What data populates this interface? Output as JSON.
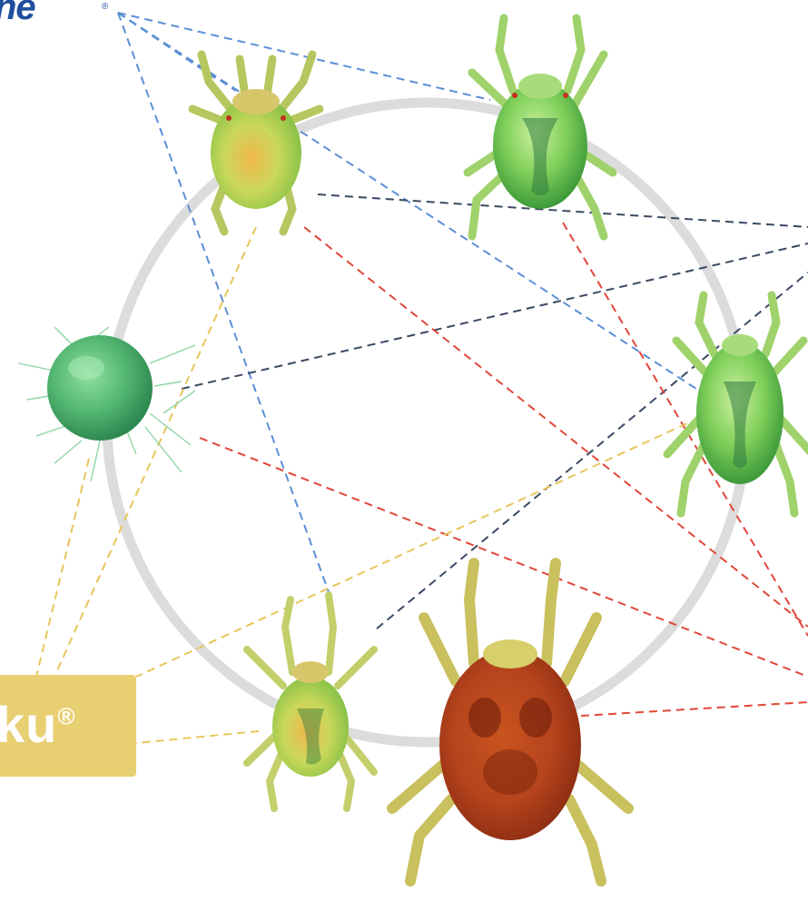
{
  "diagram": {
    "brand_top_left": {
      "text": "ne",
      "reg_mark": "®"
    },
    "brand_badge": {
      "text": "ku",
      "reg_mark": "®"
    },
    "colors": {
      "blue_line": "#5b8fd6",
      "dark_line": "#3a4a64",
      "red_line": "#e0473a",
      "yellow_line": "#e6c65a",
      "ring": "#dcdcdc",
      "badge": "#e7cf72",
      "logo": "#1f4f9e"
    },
    "nodes": [
      {
        "id": "mite-top-left",
        "kind": "mite",
        "tone": "yellow-green"
      },
      {
        "id": "mite-top-right",
        "kind": "mite",
        "tone": "green"
      },
      {
        "id": "mite-right",
        "kind": "mite",
        "tone": "green"
      },
      {
        "id": "egg-left",
        "kind": "egg",
        "tone": "green"
      },
      {
        "id": "mite-bottom-small",
        "kind": "mite",
        "tone": "yellow-green"
      },
      {
        "id": "mite-bottom-red",
        "kind": "mite",
        "tone": "red"
      }
    ]
  }
}
